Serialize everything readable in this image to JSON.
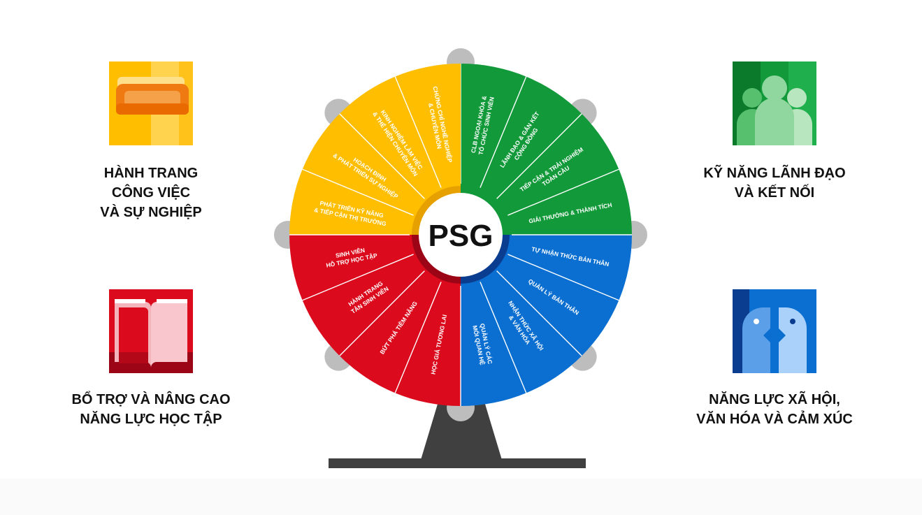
{
  "center_label": "PSG",
  "colors": {
    "yellow": "#FFBE00",
    "green": "#129A3A",
    "blue": "#0A6FD1",
    "red": "#DB0B1D",
    "stand": "#404040",
    "bubble": "#BDBDBD"
  },
  "categories": [
    {
      "id": "tl",
      "icon": "briefcase-icon",
      "color": "#FFBE00",
      "lines": [
        "HÀNH TRANG",
        "CÔNG VIỆC",
        "VÀ SỰ NGHIỆP"
      ]
    },
    {
      "id": "bl",
      "icon": "book-icon",
      "color": "#DB0B1D",
      "lines": [
        "BỔ TRỢ VÀ NÂNG CAO",
        "NĂNG LỰC HỌC TẬP"
      ]
    },
    {
      "id": "tr",
      "icon": "people-icon",
      "color": "#129A3A",
      "lines": [
        "KỸ NĂNG LÃNH ĐẠO",
        "VÀ KẾT NỐI"
      ]
    },
    {
      "id": "br",
      "icon": "faces-icon",
      "color": "#0A6FD1",
      "lines": [
        "NĂNG LỰC XÃ HỘI,",
        "VĂN HÓA VÀ CẢM XÚC"
      ]
    }
  ],
  "wheel": {
    "quadrants": [
      {
        "name": "green",
        "segments": [
          [
            "CLB NGOẠI KHÓA &",
            "TỔ CHỨC SINH VIÊN"
          ],
          [
            "LÃNH ĐẠO & GẮN KẾT",
            "CỘNG ĐỒNG"
          ],
          [
            "TIẾP CẬN & TRẢI NGHIỆM",
            "TOÀN CẦU"
          ],
          [
            "GIẢI THƯỞNG & THÀNH TÍCH"
          ]
        ]
      },
      {
        "name": "blue",
        "segments": [
          [
            "TỰ NHẬN THỨC BẢN THÂN"
          ],
          [
            "QUẢN LÝ BẢN THÂN"
          ],
          [
            "NHẬN THỨC XÃ HỘI",
            "& VĂN HÓA"
          ],
          [
            "QUẢN LÝ CÁC",
            "MỐI QUAN HỆ"
          ]
        ]
      },
      {
        "name": "red",
        "segments": [
          [
            "HỌC GIẢ TƯƠNG LAI"
          ],
          [
            "BỨT PHÁ TIỀM NĂNG"
          ],
          [
            "HÀNH TRANG",
            "TÂN SINH VIÊN"
          ],
          [
            "SINH VIÊN",
            "HỖ TRỢ HỌC TẬP"
          ]
        ]
      },
      {
        "name": "yellow",
        "segments": [
          [
            "PHÁT TRIỂN KỸ NĂNG",
            "& TIẾP CẬN THỊ TRƯỜNG"
          ],
          [
            "HOẠCH ĐỊNH",
            "& PHÁT TRIỂN SỰ NGHIỆP"
          ],
          [
            "KINH NGHIỆM LÀM VIỆC",
            "& THỂ HIỆN CHUYÊN MÔN"
          ],
          [
            "CHỨNG CHỈ NGHỀ NGHIỆP",
            "& CHUYÊN MÔN"
          ]
        ]
      }
    ]
  }
}
